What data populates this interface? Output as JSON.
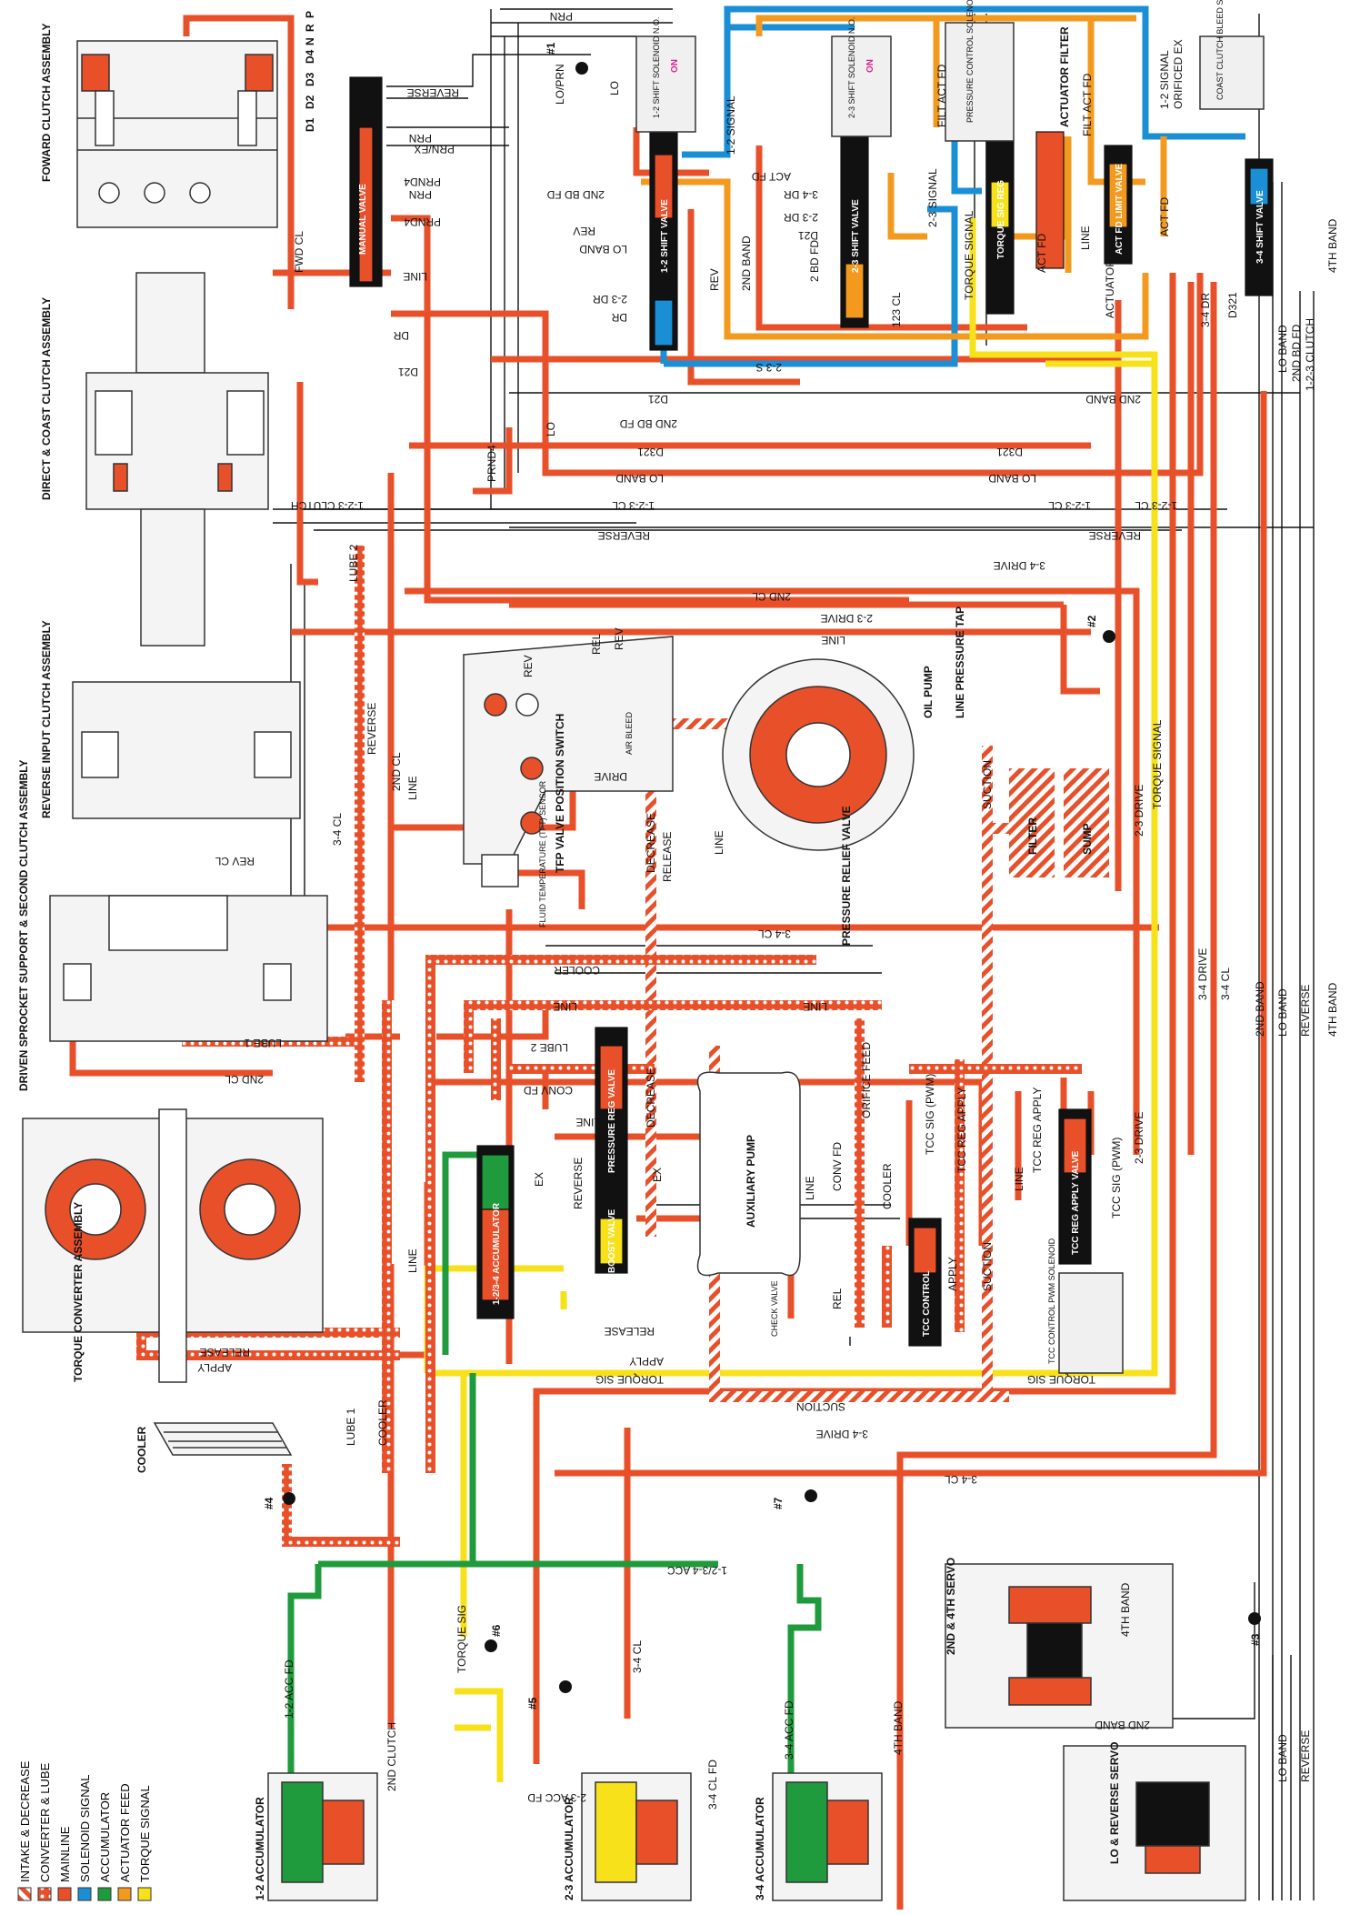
{
  "colors": {
    "mainline": "#e8502a",
    "intake": "#e8502a",
    "converter": "#e8502a",
    "solenoid": "#1a8fd6",
    "accumulator": "#1f9a3c",
    "actuator": "#f39a1e",
    "torque_signal": "#f7e11a",
    "exhaust_line": "#111111"
  },
  "legend": [
    {
      "label": "INTAKE & DECREASE",
      "pattern": "stripe"
    },
    {
      "label": "CONVERTER & LUBE",
      "pattern": "dots"
    },
    {
      "label": "MAINLINE",
      "pattern": "solid-red"
    },
    {
      "label": "SOLENOID SIGNAL",
      "pattern": "solid-blue"
    },
    {
      "label": "ACCUMULATOR",
      "pattern": "solid-green"
    },
    {
      "label": "ACTUATOR FEED",
      "pattern": "solid-orange"
    },
    {
      "label": "TORQUE SIGNAL",
      "pattern": "solid-yellow"
    }
  ],
  "assemblies": {
    "forward_clutch": "FOWARD CLUTCH ASSEMBLY",
    "direct_coast": "DIRECT & COAST CLUTCH ASSEMBLY",
    "reverse_input": "REVERSE INPUT CLUTCH ASSEMBLY",
    "driven_sprocket": "DRIVEN SPROCKET SUPPORT & SECOND CLUTCH ASSEMBLY",
    "torque_converter": "TORQUE CONVERTER ASSEMBLY",
    "cooler": "COOLER",
    "acc_12": "1-2 ACCUMULATOR",
    "acc_23": "2-3 ACCUMULATOR",
    "acc_34": "3-4 ACCUMULATOR",
    "servo_24": "2ND & 4TH SERVO",
    "servo_lo_rev": "LO & REVERSE SERVO"
  },
  "valves": {
    "manual": "MANUAL VALVE",
    "shift_12": "1-2 SHIFT VALVE",
    "shift_23": "2-3 SHIFT VALVE",
    "torque_sig_reg": "TORQUE SIG REG",
    "act_fd_limit": "ACT FD LIMIT VALVE",
    "shift_34": "3-4 SHIFT VALVE",
    "pressure_reg": "PRESSURE REG VALVE",
    "boost": "BOOST VALVE",
    "acc_1234": "1-2/3-4 ACCUMULATOR",
    "tcc_control": "TCC CONTROL",
    "tcc_reg_apply": "TCC REG APPLY VALVE",
    "oil_pump": "OIL PUMP",
    "aux_pump": "AUXILIARY PUMP",
    "pressure_relief": "PRESSURE RELIEF VALVE",
    "line_tap": "LINE PRESSURE TAP",
    "filter": "FILTER",
    "sump": "SUMP",
    "actuator_filter": "ACTUATOR FILTER",
    "tfp_switch": "TFP VALVE POSITION SWITCH",
    "tft_sensor": "FLUID TEMPERATURE (TFT) SENSOR",
    "check_valve": "CHECK VALVE",
    "tcc_pwm_sol": "TCC CONTROL PWM SOLENOID",
    "coast_clutch_sol": "COAST CLUTCH BLEED SOLENOID",
    "sol_12": "1-2 SHIFT SOLENOID N.O.",
    "sol_23": "2-3 SHIFT SOLENOID N.O.",
    "sol_pc": "PRESSURE CONTROL SOLENOID",
    "on": "ON"
  },
  "gear_positions": [
    "D1",
    "D2",
    "D3",
    "D4",
    "N",
    "R",
    "P"
  ],
  "checkballs": [
    "#1",
    "#2",
    "#3",
    "#4",
    "#5",
    "#6",
    "#7"
  ],
  "circuits": {
    "reverse": "REVERSE",
    "prn_ex": "PRN/EX",
    "prn": "PRN",
    "prnd4": "PRND4",
    "line": "LINE",
    "dr": "DR",
    "d21": "D21",
    "d321": "D321",
    "lo_prn": "LO/PRN",
    "lo": "LO",
    "signal_12": "1-2 SIGNAL",
    "signal_23": "2-3 SIGNAL",
    "filt_act_fd": "FILT ACT FD",
    "act_fd": "ACT FD",
    "orificed_ex": "ORIFICED EX",
    "band_2nd_fd": "2ND BD FD",
    "rev": "REV",
    "lo_band": "LO BAND",
    "dr_23": "2-3 DR",
    "dr_34": "3-4 DR",
    "band_2nd": "2ND BAND",
    "bd_fd_2": "2 BD FD",
    "cl_123": "123 CL",
    "torque_signal": "TORQUE SIGNAL",
    "actuator_feed": "ACTUATOR FEED",
    "band_4th": "4TH BAND",
    "clutch_123": "1-2-3 CLUTCH",
    "cl_123b": "1-2-3 CL",
    "drive_34": "3-4 DRIVE",
    "cl_2nd": "2ND CL",
    "drive_23": "2-3 DRIVE",
    "lube_2": "LUBE 2",
    "lube_1": "LUBE 1",
    "cl_34": "3-4 CL",
    "rev_cl": "REV CL",
    "drive": "DRIVE",
    "rel": "REL",
    "air_bleed": "AIR BLEED",
    "decrease": "DECREASE",
    "release": "RELEASE",
    "suction": "SUCTION",
    "cooler": "COOLER",
    "conv_fd": "CONV FD",
    "orifice_feed": "ORIFICE FEED",
    "tcc_sig": "TCC SIG (PWM)",
    "tcc_reg_apply": "TCC REG APPLY",
    "apply": "APPLY",
    "torque_sig": "TORQUE SIG",
    "acc_1234": "1-2/3-4 ACC",
    "acc_fd_12": "1-2 ACC FD",
    "clutch_2nd": "2ND CLUTCH",
    "acc_fd_23": "2-3 ACC FD",
    "cl_fd_34": "3-4 CL FD",
    "acc_fd_34": "3-4 ACC FD",
    "fwd_cl": "FWD CL",
    "ex": "EX",
    "s_23": "2-3 S"
  }
}
